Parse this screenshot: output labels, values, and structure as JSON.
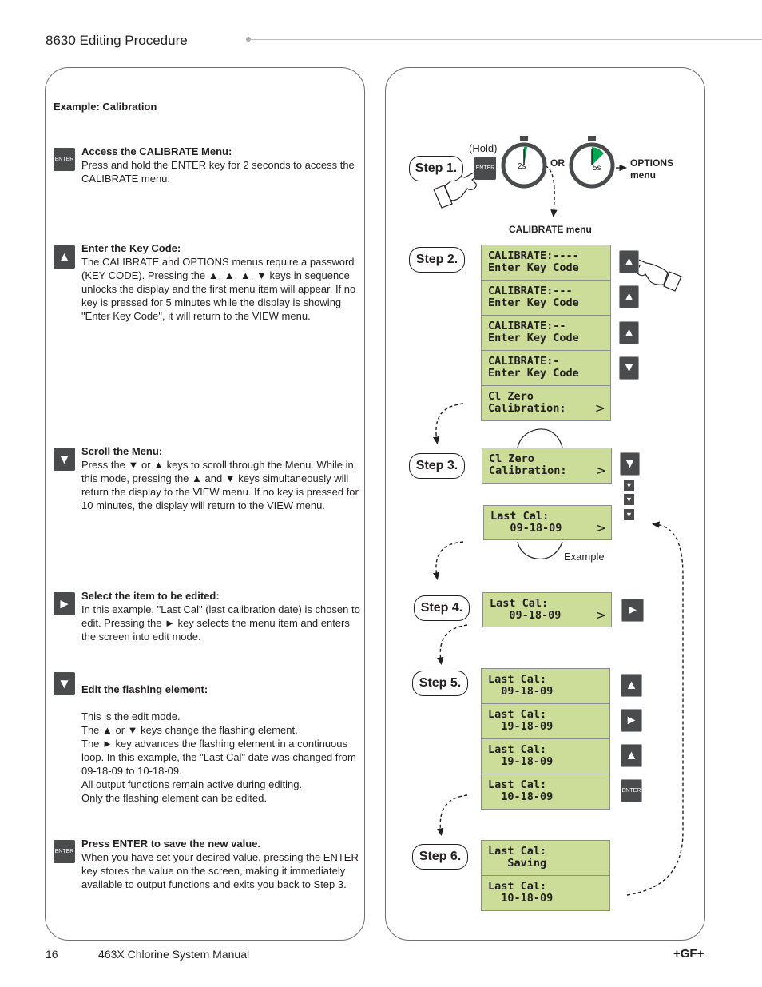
{
  "header": {
    "title": "8630 Editing Procedure"
  },
  "left": {
    "section_title": "Example: Calibration",
    "items": [
      {
        "key": "ENTER",
        "title": "Access the CALIBRATE Menu:",
        "body": "Press and hold the ENTER key for 2 seconds to access the CALIBRATE menu."
      },
      {
        "key": "▲",
        "title": "Enter the Key Code:",
        "body": "The CALIBRATE and OPTIONS menus require a password (KEY CODE). Pressing the ▲, ▲, ▲, ▼ keys in sequence unlocks the display and the first menu item will appear. If no key is pressed for 5 minutes while the display is showing \"Enter Key Code\", it will return to the VIEW menu."
      },
      {
        "key": "▼",
        "title": "Scroll the Menu:",
        "body": "Press the ▼ or ▲ keys to scroll through the Menu. While in this mode, pressing the ▲ and ▼ keys simultaneously will return the display to the VIEW menu. If no key is pressed for 10 minutes, the display will return to the VIEW menu."
      },
      {
        "key": "►",
        "title": "Select the item to be edited:",
        "body": "In this example, \"Last Cal\" (last calibration date) is chosen to edit. Pressing the ► key selects the menu item and enters the screen into edit mode."
      },
      {
        "key": "▼",
        "title": "Edit the flashing element:",
        "body": "This is the edit mode.\nThe ▲ or ▼ keys change the flashing element.\nThe ► key advances the flashing element in a continuous loop. In this example, the \"Last Cal\" date was changed from 09-18-09 to 10-18-09.\nAll output functions remain active during editing.\nOnly the flashing element can be edited."
      },
      {
        "key": "ENTER",
        "title": "Press ENTER to save the new value.",
        "body": "When you have set your desired value, pressing the ENTER key stores the value on the screen, making it immediately available to output functions and exits you back to Step 3."
      }
    ]
  },
  "right": {
    "steps": [
      "Step 1.",
      "Step 2.",
      "Step 3.",
      "Step 4.",
      "Step 5.",
      "Step 6."
    ],
    "hold_label": "(Hold)",
    "enter_key": "ENTER",
    "timer1": "2s",
    "timer2": "5s",
    "or_label": "OR",
    "options_label": "OPTIONS\nmenu",
    "calibrate_menu_label": "CALIBRATE menu",
    "example_label": "Example",
    "step2_lcds": [
      {
        "l1": "CALIBRATE:----",
        "l2": "Enter Key Code"
      },
      {
        "l1": "CALIBRATE:---",
        "l2": "Enter Key Code"
      },
      {
        "l1": "CALIBRATE:--",
        "l2": "Enter Key Code"
      },
      {
        "l1": "CALIBRATE:-",
        "l2": "Enter Key Code"
      },
      {
        "l1": "Cl Zero",
        "l2": "Calibration:"
      }
    ],
    "step2_keys": [
      "▲",
      "▲",
      "▲",
      "▼"
    ],
    "step3_lcd1": {
      "l1": "Cl Zero",
      "l2": "Calibration:"
    },
    "step3_lcd2": {
      "l1": "Last Cal:",
      "l2": "   09-18-09"
    },
    "step3_key": "▼",
    "step3_minikeys": [
      "▼",
      "▼",
      "▼"
    ],
    "step4_lcd": {
      "l1": "Last Cal:",
      "l2": "   09-18-09"
    },
    "step4_key": "►",
    "step5_lcds": [
      {
        "l1": "Last Cal:",
        "l2": "  09-18-09"
      },
      {
        "l1": "Last Cal:",
        "l2": "  19-18-09"
      },
      {
        "l1": "Last Cal:",
        "l2": "  19-18-09"
      },
      {
        "l1": "Last Cal:",
        "l2": "  10-18-09"
      }
    ],
    "step5_keys": [
      "▲",
      "►",
      "▲",
      "ENTER"
    ],
    "step6_lcds": [
      {
        "l1": "Last Cal:",
        "l2": "   Saving"
      },
      {
        "l1": "Last Cal:",
        "l2": "  10-18-09"
      }
    ],
    "chevron": ">"
  },
  "footer": {
    "page": "16",
    "manual": "463X Chlorine System Manual",
    "logo": "+GF+"
  }
}
